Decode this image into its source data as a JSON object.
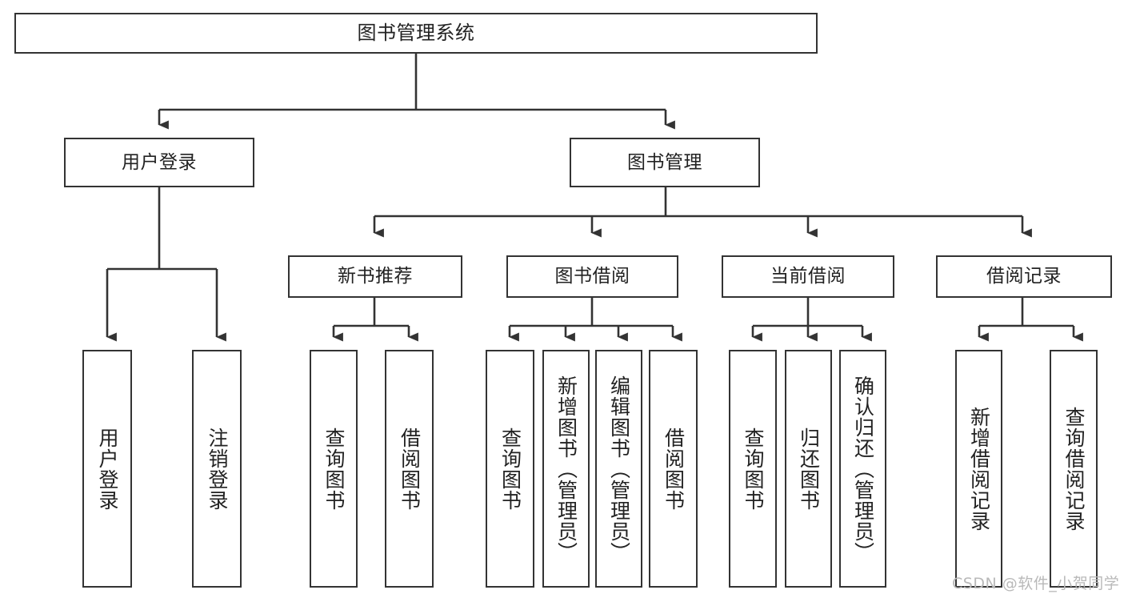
{
  "diagram": {
    "title": "图书管理系统",
    "watermark": "CSDN @软件_小贺同学",
    "colors": {
      "stroke": "#333333",
      "fill": "#ffffff",
      "text": "#222222",
      "watermark": "#b9b9b9"
    },
    "nodes": {
      "root": {
        "label": "图书管理系统"
      },
      "level2": [
        {
          "id": "user-login",
          "label": "用户登录"
        },
        {
          "id": "book-manage",
          "label": "图书管理"
        }
      ],
      "level3": [
        {
          "id": "new-book-recommend",
          "label": "新书推荐"
        },
        {
          "id": "book-borrow",
          "label": "图书借阅"
        },
        {
          "id": "current-borrow",
          "label": "当前借阅"
        },
        {
          "id": "borrow-record",
          "label": "借阅记录"
        }
      ],
      "leaves": {
        "user_login": [
          {
            "id": "leaf-user-login",
            "label": "用户登录"
          },
          {
            "id": "leaf-logout-login",
            "label": "注销登录"
          }
        ],
        "new_book_recommend": [
          {
            "id": "leaf-query-book-1",
            "label": "查询图书"
          },
          {
            "id": "leaf-borrow-book-1",
            "label": "借阅图书"
          }
        ],
        "book_borrow": [
          {
            "id": "leaf-query-book-2",
            "label": "查询图书"
          },
          {
            "id": "leaf-add-book",
            "label": "新增图书（管理员）"
          },
          {
            "id": "leaf-edit-book",
            "label": "编辑图书（管理员）"
          },
          {
            "id": "leaf-borrow-book-2",
            "label": "借阅图书"
          }
        ],
        "current_borrow": [
          {
            "id": "leaf-query-book-3",
            "label": "查询图书"
          },
          {
            "id": "leaf-return-book",
            "label": "归还图书"
          },
          {
            "id": "leaf-confirm-return",
            "label": "确认归还（管理员）"
          }
        ],
        "borrow_record": [
          {
            "id": "leaf-add-record",
            "label": "新增借阅记录"
          },
          {
            "id": "leaf-query-record",
            "label": "查询借阅记录"
          }
        ]
      }
    }
  }
}
